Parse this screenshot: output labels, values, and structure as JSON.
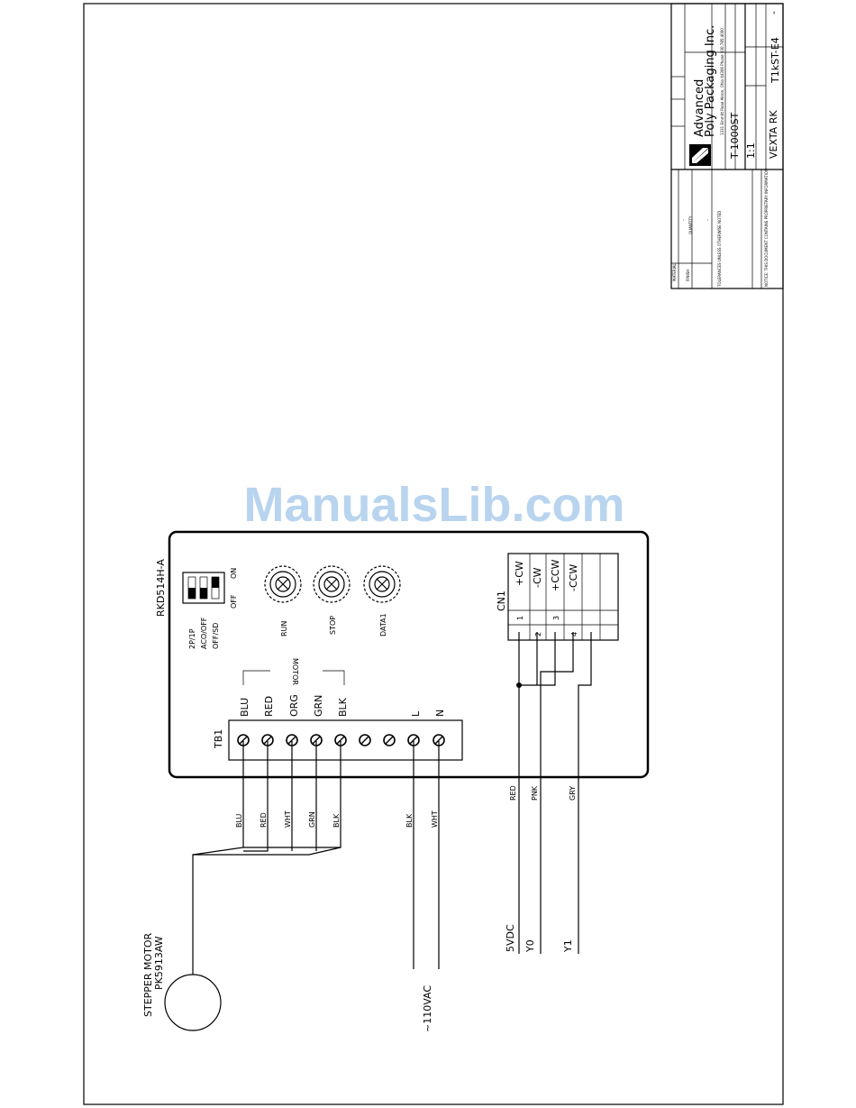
{
  "watermark": "ManualsLib.com",
  "title_block": {
    "company_line1": "Advanced",
    "company_line2": "Poly Packaging Inc.",
    "address_fine_print": "1331 Emmitt Road  Akron, Ohio 44306  Phone 330.785.4000",
    "product": "T-1000ST",
    "scale": "1:1",
    "title": "VEXTA RK",
    "drawing_no": "T1kST-E4",
    "rev": "-",
    "quantity_label": "QUANTITY",
    "material_label": "MATERIAL",
    "finish_label": "FINISH",
    "material_value": "-",
    "finish_value": "-",
    "tolerance_note": "TOLERANCES UNLESS OTHERWISE NOTED",
    "proprietary_note": "NOTICE: THIS DOCUMENT CONTAINS PROPRIETARY INFORMATION"
  },
  "driver": {
    "model": "RKD514H-A",
    "dip_labels": [
      "2P/1P",
      "ACO/OFF",
      "OFF/SD"
    ],
    "dip_on": "ON",
    "dip_off": "OFF",
    "dials": [
      "RUN",
      "STOP",
      "DATA1"
    ],
    "motor_group_label": "MOTOR",
    "tb1_label": "TB1",
    "tb1_terminals": [
      "BLU",
      "RED",
      "ORG",
      "GRN",
      "BLK",
      "",
      "",
      "L",
      "N"
    ],
    "cn1_label": "CN1",
    "cn1_pins": [
      "1",
      "2",
      "3",
      "4"
    ],
    "cn1_signals": [
      "+CW",
      "-CW",
      "+CCW",
      "-CCW"
    ]
  },
  "wires": {
    "motor_wire_colors": [
      "BLU",
      "RED",
      "WHT",
      "GRN",
      "BLK"
    ],
    "power_wire_colors": [
      "BLK",
      "WHT"
    ],
    "io_wire_colors": [
      "RED",
      "PNK",
      "GRY"
    ],
    "io_signals": [
      "5VDC",
      "Y0",
      "Y1"
    ],
    "power_label": "~110VAC"
  },
  "motor": {
    "label_line1": "STEPPER MOTOR",
    "label_line2": "PK5913AW"
  }
}
